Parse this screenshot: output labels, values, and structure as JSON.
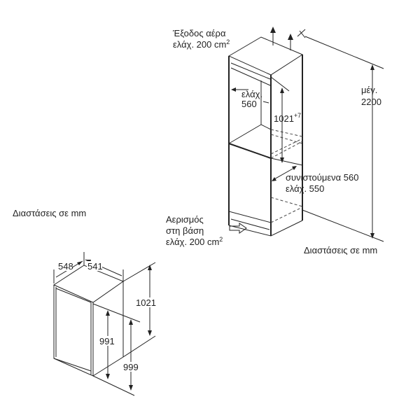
{
  "installation_diagram": {
    "air_outlet_line1": "Έξοδος αέρα",
    "air_outlet_line2": "ελάχ. 200 cm",
    "air_outlet_sup": "2",
    "niche_width_line1": "ελάχ.",
    "niche_width_line2": "560",
    "niche_height": "1021",
    "niche_height_sup": "+7",
    "max_height_line1": "μέγ.",
    "max_height_line2": "2200",
    "depth_line1": "συνιστούμενα 560",
    "depth_line2": "ελάχ. 550",
    "base_vent_line1": "Αερισμός",
    "base_vent_line2": "στη βάση",
    "base_vent_line3": "ελάχ. 200 cm",
    "base_vent_sup": "2",
    "units_label": "Διαστάσεις σε mm"
  },
  "appliance_diagram": {
    "units_label": "Διαστάσεις σε mm",
    "width": "548",
    "depth": "541",
    "height": "1021",
    "door_height": "991",
    "total_height": "999"
  }
}
